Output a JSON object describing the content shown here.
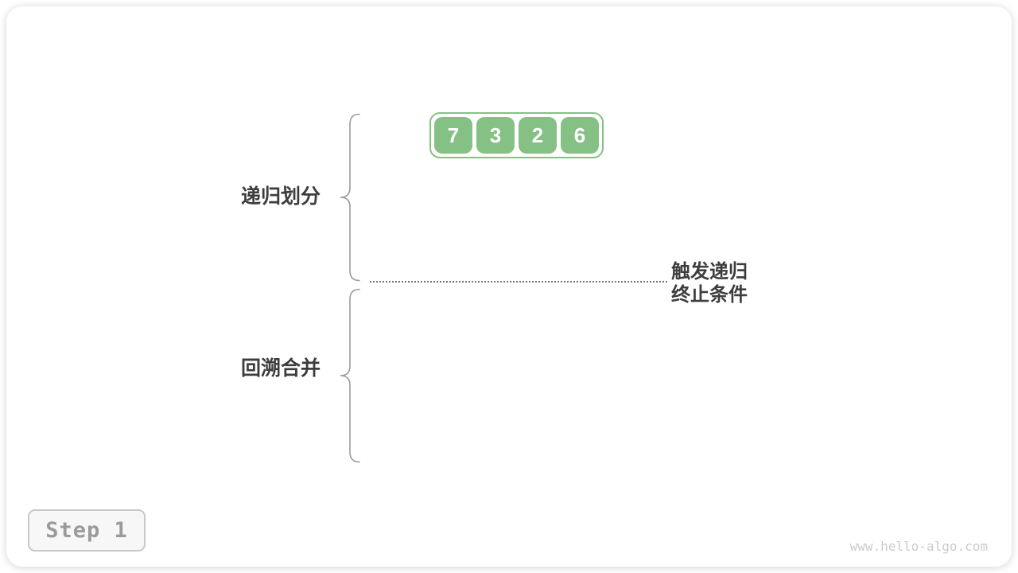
{
  "array": {
    "values": [
      "7",
      "3",
      "2",
      "6"
    ]
  },
  "labels": {
    "recursive_partition": "递归划分",
    "backtrack_merge": "回溯合并",
    "termination_line1": "触发递归",
    "termination_line2": "终止条件"
  },
  "step_badge": {
    "label": "Step 1"
  },
  "watermark": "www.hello-algo.com",
  "colors": {
    "cell_green": "#85C185",
    "label_dark": "#3D3D3D",
    "brace_gray": "#9C9C9C",
    "dotted_gray": "#757575",
    "badge_text": "#9B9B9B",
    "badge_border": "#C8C8C8",
    "watermark_gray": "#CBCBCB"
  }
}
